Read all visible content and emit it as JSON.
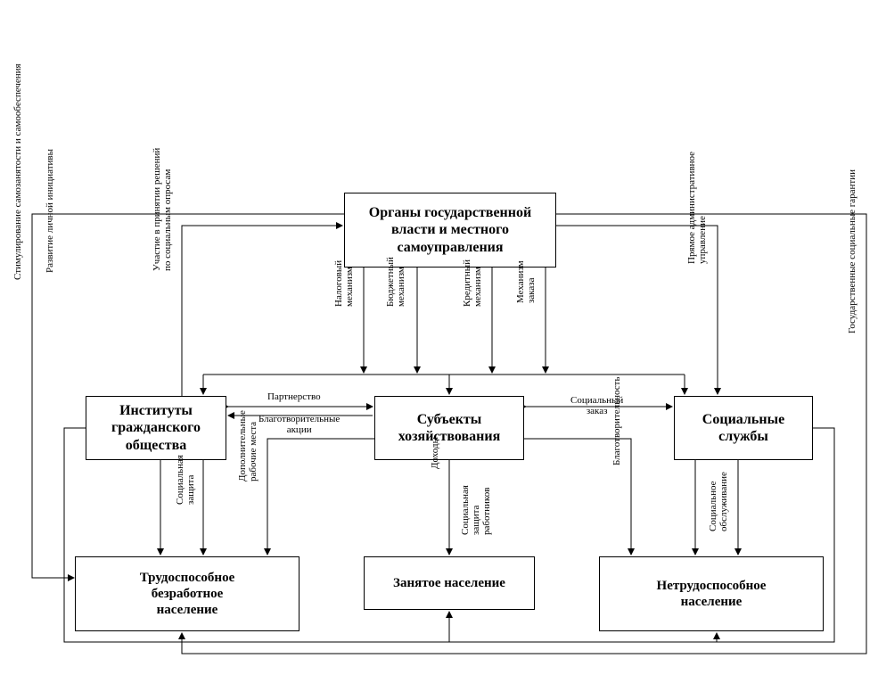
{
  "nodes": {
    "authorities": "Органы государственной власти и местного самоуправления",
    "institutions": "Институты гражданского общества",
    "business": "Субъекты хозяйствования",
    "social_services": "Социальные службы",
    "unemployed": "Трудоспособное безработное население",
    "employed": "Занятое население",
    "disabled": "Нетрудоспособное население"
  },
  "edge_labels": {
    "self_reliance": "Стимулирование самозанятости и самообеспечения",
    "personal_initiative": "Развитие личной инициативы",
    "decision_participation": "Участие в принятии решений\nпо социальным опросам",
    "tax": "Налоговый\nмеханизм",
    "budget": "Бюджетный\nмеханизм",
    "credit": "Кредитный\nмеханизм",
    "order": "Механизм\nзаказа",
    "direct_admin": "Прямое административное\nуправление",
    "state_guarantees": "Государственные социальные гарантии",
    "partnership": "Партнерство",
    "charity_actions": "Благотворительные\nакции",
    "social_order": "Социальный\nзаказ",
    "charity": "Благотворительность",
    "extra_jobs": "Дополнительные\nрабочие места",
    "social_protection": "Социальная\nзащита",
    "income": "Доходы",
    "worker_protection": "Социальная\nзащита\nработников",
    "social_service": "Социальное\nобслуживание"
  }
}
